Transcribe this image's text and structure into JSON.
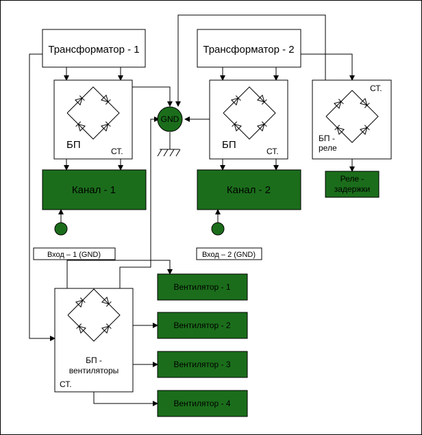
{
  "colors": {
    "green": "#1b6d1b",
    "line": "#000000",
    "background": "#ffffff"
  },
  "transformer_1": "Трансформатор - 1",
  "transformer_2": "Трансформатор - 2",
  "bp_1": {
    "name": "БП",
    "tag": "СТ."
  },
  "bp_2": {
    "name": "БП",
    "tag": "СТ."
  },
  "bp_relay": {
    "name_line1": "БП -",
    "name_line2": "реле",
    "tag": "СТ."
  },
  "bp_fans": {
    "name_line1": "БП -",
    "name_line2": "вентиляторы",
    "tag": "СТ."
  },
  "gnd": "GND",
  "channel_1": "Канал - 1",
  "channel_2": "Канал - 2",
  "relay": {
    "line1": "Реле -",
    "line2": "задержки"
  },
  "input_1": "Вход – 1 (GND)",
  "input_2": "Вход – 2 (GND)",
  "fans": [
    "Вентилятор - 1",
    "Вентилятор - 2",
    "Вентилятор - 3",
    "Вентилятор - 4"
  ]
}
